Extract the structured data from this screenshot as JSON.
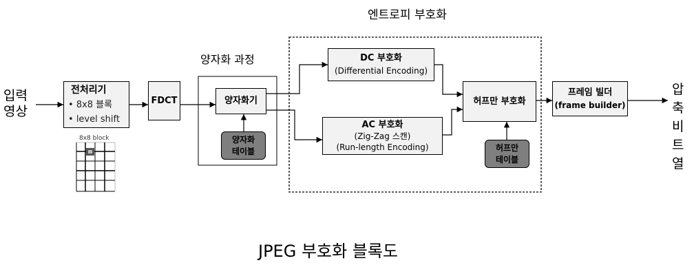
{
  "diagram": {
    "title": "JPEG 부호화 블록도",
    "input_label": [
      "입력",
      "영상"
    ],
    "output_label": [
      "압",
      "축",
      "비",
      "트",
      "열"
    ],
    "preprocessor": {
      "title": "전처리기",
      "bullets": [
        "8x8 블록",
        "level shift"
      ]
    },
    "block_figure_label": "8x8 block",
    "fdct": "FDCT",
    "quantization_group": {
      "title": "양자화 과정",
      "quantizer": "양자화기",
      "table": [
        "양자화",
        "테이블"
      ]
    },
    "entropy_group": {
      "title": "엔트로피 부호화",
      "dc": {
        "title": "DC 부호화",
        "subtitle": "(Differential Encoding)"
      },
      "ac": {
        "title": "AC 부호화",
        "subtitle1": "(Zig-Zag 스캔)",
        "subtitle2": "(Run-length Encoding)"
      },
      "huffman": "허프만 부호화",
      "huffman_table": [
        "허프만",
        "테이블"
      ]
    },
    "frame_builder": {
      "title": "프레임 빌더",
      "subtitle": "(frame builder)"
    }
  }
}
